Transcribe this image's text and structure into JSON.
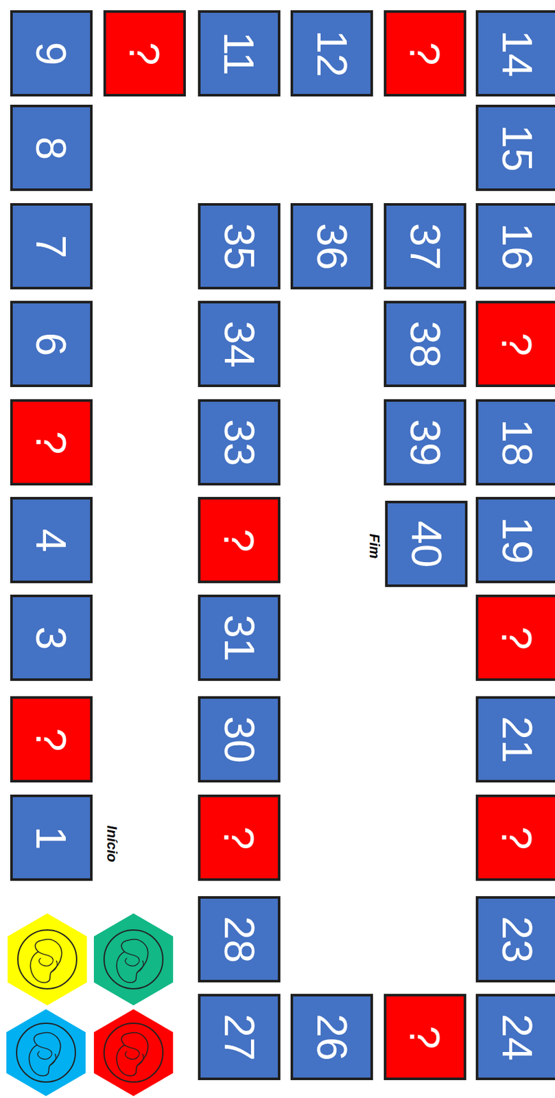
{
  "diagram": {
    "nodes": [
      {
        "text": [
          "1"
        ]
      },
      {
        "text": [
          "?"
        ]
      },
      {
        "text": [
          "3"
        ]
      },
      {
        "text": [
          "4"
        ]
      },
      {
        "text": [
          "?"
        ]
      },
      {
        "text": [
          "6"
        ]
      },
      {
        "text": [
          "7"
        ]
      },
      {
        "text": [
          "8"
        ]
      },
      {
        "text": [
          "9"
        ]
      },
      {
        "text": [
          "?"
        ]
      },
      {
        "text": [
          "11"
        ]
      },
      {
        "text": [
          "12"
        ]
      },
      {
        "text": [
          "?"
        ]
      },
      {
        "text": [
          "14"
        ]
      },
      {
        "text": [
          "15"
        ]
      },
      {
        "text": [
          "16"
        ]
      },
      {
        "text": [
          "?"
        ]
      },
      {
        "text": [
          "18"
        ]
      },
      {
        "text": [
          "19"
        ]
      },
      {
        "text": [
          "?"
        ]
      },
      {
        "text": [
          "21"
        ]
      },
      {
        "text": [
          "?"
        ]
      },
      {
        "text": [
          "23"
        ]
      },
      {
        "text": [
          "24"
        ]
      },
      {
        "text": [
          "?"
        ]
      },
      {
        "text": [
          "26"
        ]
      },
      {
        "text": [
          "27"
        ]
      },
      {
        "text": [
          "28"
        ]
      },
      {
        "text": [
          "?"
        ]
      },
      {
        "text": [
          "30"
        ]
      },
      {
        "text": [
          "31"
        ]
      },
      {
        "text": [
          "?"
        ]
      },
      {
        "text": [
          "33"
        ]
      },
      {
        "text": [
          "34"
        ]
      },
      {
        "text": [
          "35"
        ]
      },
      {
        "text": [
          "36"
        ]
      },
      {
        "text": [
          "37"
        ]
      },
      {
        "text": [
          "38"
        ]
      },
      {
        "text": [
          "39"
        ]
      },
      {
        "text": [
          "40"
        ]
      }
    ],
    "labels": [
      "Início",
      "Fim"
    ]
  }
}
